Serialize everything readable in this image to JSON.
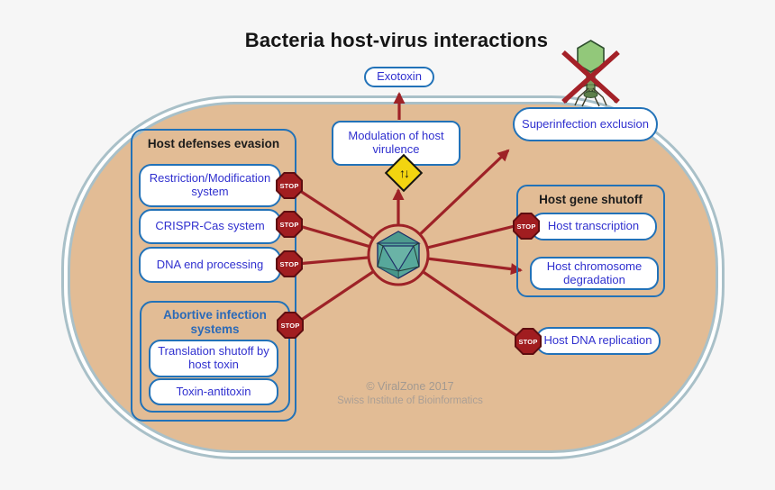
{
  "title": "Bacteria host-virus interactions",
  "groups": {
    "defenses": "Host defenses evasion",
    "abortive": "Abortive infection systems",
    "gene_shutoff": "Host gene shutoff"
  },
  "nodes": {
    "exotoxin": "Exotoxin",
    "modulation": "Modulation of host virulence",
    "superinfection": "Superinfection exclusion",
    "restriction": "Restriction/Modification system",
    "crispr": "CRISPR-Cas system",
    "dna_end": "DNA end processing",
    "translation": "Translation shutoff by host toxin",
    "toxin_antitoxin": "Toxin-antitoxin",
    "transcription": "Host transcription",
    "chromosome": "Host chromosome degradation",
    "replication": "Host DNA replication"
  },
  "stop_label": "STOP",
  "regulation_icon_glyph": "↑↓",
  "credit": {
    "line1": "© ViralZone 2017",
    "line2": "Swiss Institute of Bioinformatics"
  },
  "colors": {
    "cell_fill": "#e2bc95",
    "membrane": "#a9c0c8",
    "box_border_blue": "#2272b8",
    "box_text_blue": "#3030cf",
    "arrow_red": "#9e2227",
    "stop_red": "#a11d20",
    "diamond_yellow": "#f2d410",
    "virus_teal": "#57a89b",
    "phage_green": "#92c87a"
  }
}
